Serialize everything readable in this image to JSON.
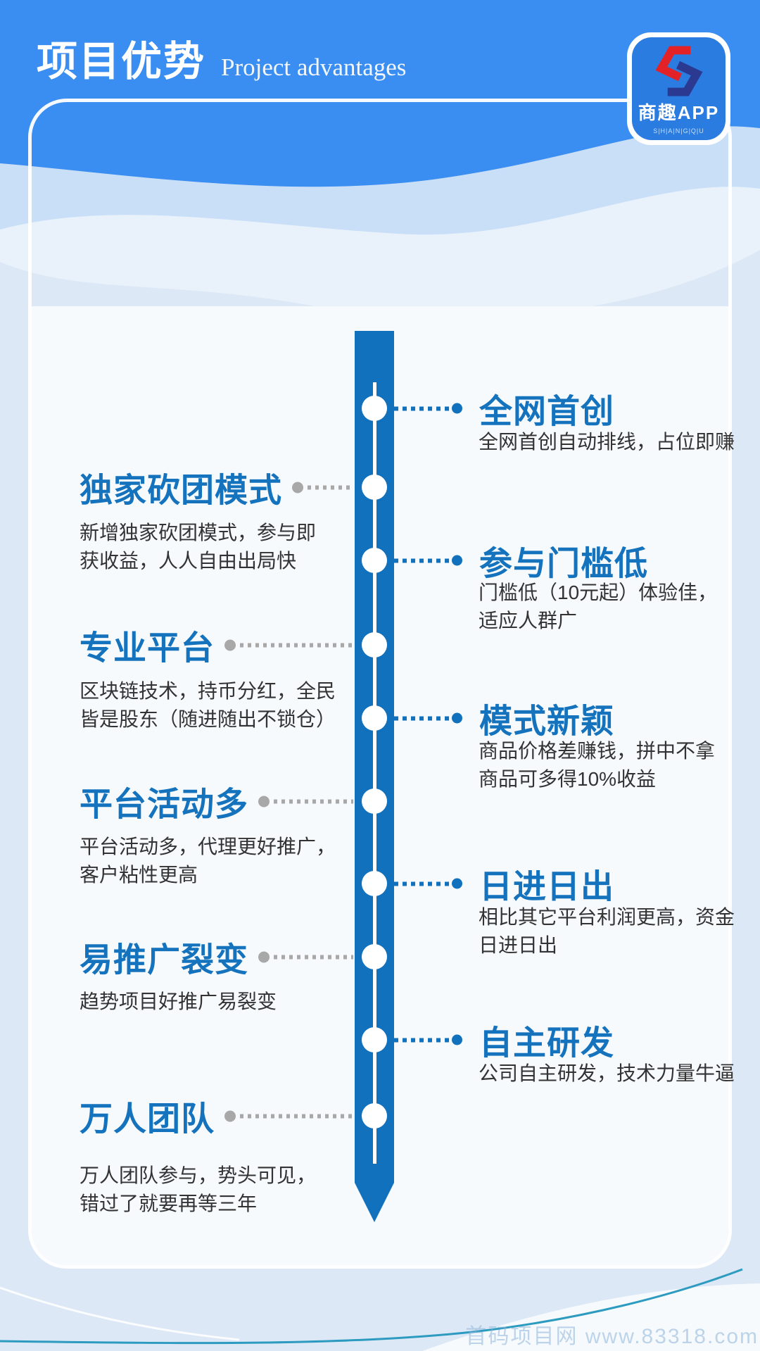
{
  "header": {
    "title": "项目优势",
    "subtitle": "Project advantages"
  },
  "logo": {
    "app_name": "商趣APP",
    "tagline": "S|H|A|N|G|Q|U",
    "icon": "sq-s-monogram"
  },
  "timeline": {
    "items": [
      {
        "side": "right",
        "title": "全网首创",
        "desc": "全网首创自动排线，占位即赚"
      },
      {
        "side": "left",
        "title": "独家砍团模式",
        "desc": "新增独家砍团模式，参与即\n获收益，人人自由出局快"
      },
      {
        "side": "right",
        "title": "参与门槛低",
        "desc": "门槛低（10元起）体验佳，\n适应人群广"
      },
      {
        "side": "left",
        "title": "专业平台",
        "desc": "区块链技术，持币分红，全民\n皆是股东（随进随出不锁仓）"
      },
      {
        "side": "right",
        "title": "模式新颖",
        "desc": "商品价格差赚钱，拼中不拿\n商品可多得10%收益"
      },
      {
        "side": "left",
        "title": "平台活动多",
        "desc": "平台活动多，代理更好推广，\n客户粘性更高"
      },
      {
        "side": "right",
        "title": "日进日出",
        "desc": "相比其它平台利润更高，资金\n日进日出"
      },
      {
        "side": "left",
        "title": "易推广裂变",
        "desc": "趋势项目好推广易裂变"
      },
      {
        "side": "right",
        "title": "自主研发",
        "desc": "公司自主研发，技术力量牛逼"
      },
      {
        "side": "left",
        "title": "万人团队",
        "desc": "万人团队参与，势头可见，\n错过了就要再等三年"
      }
    ]
  },
  "watermark": {
    "text": "首码项目网 www.83318.com"
  },
  "colors": {
    "header_blue": "#3a8df1",
    "bar_blue": "#1271bd",
    "title_blue": "#1573be",
    "connector_gray": "#a8a8a8",
    "desc_text": "#333333",
    "logo_red": "#e32227",
    "logo_navy": "#2b3990"
  }
}
